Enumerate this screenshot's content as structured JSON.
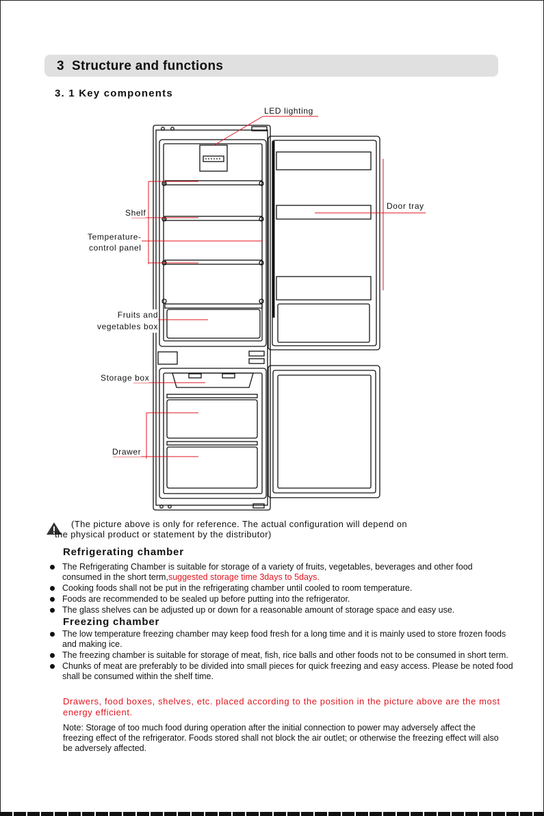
{
  "section": {
    "number": "3",
    "title": "Structure and functions"
  },
  "subsection": {
    "number": "3. 1",
    "title": "Key components"
  },
  "callouts": {
    "led": "LED  lighting",
    "door_tray": "Door  tray",
    "shelf": "Shelf",
    "temp_line1": "Temperature-",
    "temp_line2": "control panel",
    "fruit_line1": "Fruits and",
    "fruit_line2": "vegetables box",
    "storage": "Storage box",
    "drawer": "Drawer"
  },
  "reference_note": {
    "line1": "(The picture above is only for reference. The actual configuration will depend on",
    "line2": "the physical product or statement by the distributor)"
  },
  "refrigerating": {
    "heading": "Refrigerating chamber",
    "b1_black": "The Refrigerating Chamber is suitable for storage of a variety of fruits, vegetables, beverages and other food consumed in the short term,",
    "b1_red": "suggested storage time 3days to 5days.",
    "b2": "Cooking foods shall not be put in the refrigerating chamber until cooled to room temperature.",
    "b3": "Foods are recommended to be sealed up before putting into the refrigerator.",
    "b4": "The glass shelves can be adjusted up or down for a reasonable amount of storage space and easy use."
  },
  "freezing": {
    "heading": "Freezing chamber",
    "b1": "The low temperature freezing chamber may keep food fresh for a long time and it is mainly used to store frozen foods and making ice.",
    "b2": "The freezing chamber is suitable for storage of meat, fish,  rice balls and other foods not to be consumed in short term.",
    "b3": "Chunks of meat are preferably to be divided into small pieces for quick freezing and easy access. Please be noted food shall be consumed within the shelf time."
  },
  "energy_note": "Drawers, food boxes, shelves, etc. placed according to the position in the picture above are the most energy efficient.",
  "final_note": "Note: Storage of too much food during operation after the initial connection to power may adversely affect the freezing effect of the refrigerator. Foods stored shall not block the air outlet; or otherwise the freezing effect will also be adversely affected.",
  "colors": {
    "accent_red": "#e0141e",
    "header_bar": "#e0e0e0"
  },
  "icons": [
    "warning-icon",
    "bullet-dot"
  ]
}
